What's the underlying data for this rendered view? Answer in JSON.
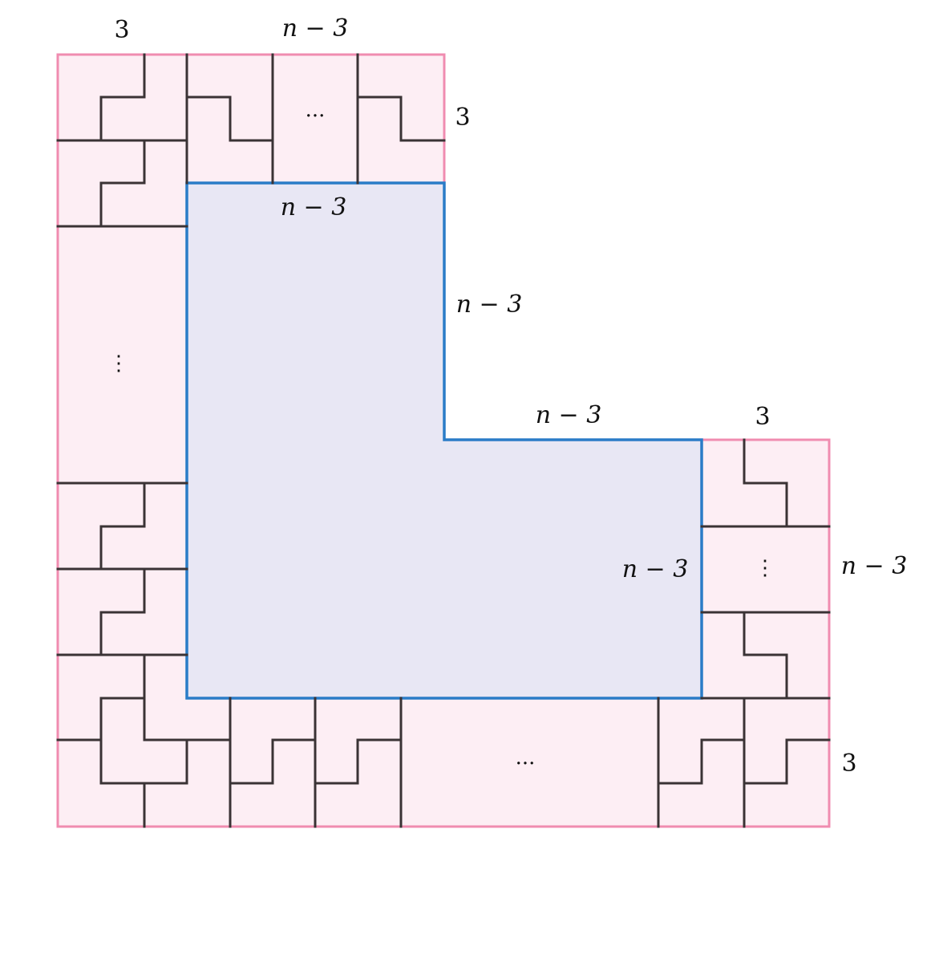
{
  "colors": {
    "tile_fill": "#fdeef4",
    "tile_border": "#f08cb0",
    "region_fill": "#e8e7f4",
    "region_border": "#2a7cc7",
    "cut_line": "#3a3335"
  },
  "labels": {
    "top_left_width": "3",
    "top_middle_width": "n − 3",
    "top_right_height": "3",
    "inner_top_width": "n − 3",
    "inner_right_height": "n − 3",
    "inner_step_width": "n − 3",
    "right_block_width": "3",
    "inner_bottom_right_height": "n − 3",
    "right_side_height": "n − 3",
    "bottom_right_height": "3"
  },
  "ellipses": {
    "top_row": "···",
    "left_column": "⋮",
    "right_column": "⋮",
    "bottom_row": "···"
  }
}
